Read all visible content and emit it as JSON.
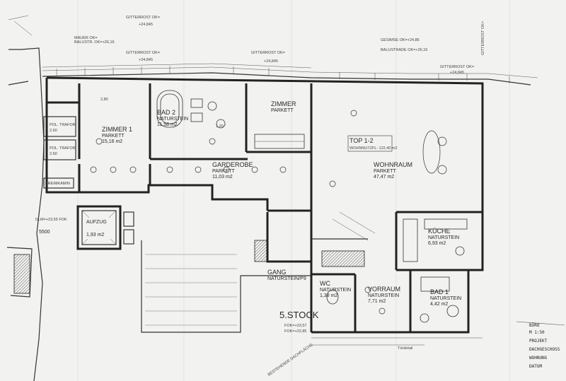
{
  "rooms": {
    "zimmer1": {
      "name": "ZIMMER 1",
      "floor": "PARKETT",
      "area": "15,16 m2"
    },
    "bad2": {
      "name": "BAD 2",
      "floor": "NATURSTEIN",
      "area": "11,58 m2"
    },
    "zimmer2": {
      "name": "ZIMMER",
      "floor": "PARKETT",
      "area": ""
    },
    "garderobe": {
      "name": "GARDEROBE",
      "floor": "PARKETT",
      "area": "11,03 m2"
    },
    "wohnraum": {
      "name": "WOHNRAUM",
      "floor": "PARKETT",
      "area": "47,47 m2"
    },
    "top": {
      "name": "TOP 1-2",
      "area": "WOHNNUTZFL: 122,40 m2"
    },
    "kueche": {
      "name": "KÜCHE",
      "floor": "NATURSTEIN",
      "area": "6,93 m2"
    },
    "gang": {
      "name": "GANG",
      "floor": "NATURSTEIN/P9",
      "area": ""
    },
    "vorraum": {
      "name": "VORRAUM",
      "floor": "NATURSTEIN",
      "area": "7,71 m2"
    },
    "bad1": {
      "name": "BAD 1",
      "floor": "NATURSTEIN",
      "area": "4,42 m2"
    },
    "wc": {
      "name": "WC",
      "floor": "NATURSTEIN",
      "area": "1,38 m2"
    },
    "aufzug": {
      "name": "AUFZUG",
      "floor": "",
      "area": "1,93 m2"
    }
  },
  "labels": {
    "stock": "5.STOCK",
    "gitterrost1": "GITTERROST OK=",
    "gitterrost1_val": "+24,845",
    "gitterrost2": "GITTERROST OK=",
    "gitterrost2_val": "+24,845",
    "gitterrost3": "GITTERROST OK=",
    "gitterrost3_val": "+24,845",
    "gitterrost4": "GITTERROST OK=",
    "gitterrost4_val": "+24,845",
    "mauer": "MAUER OK=",
    "balustr": "BALUSTR. OK=+26,16",
    "gesimse": "GESIMSE OK=+24,86",
    "balustrade": "BALUSTRADE OK=+26,16",
    "dlm": "DLM=+23,55 FOK",
    "elevation": "5500",
    "fok1": "FOK=+23,57",
    "fok2": "FOK=+22,85",
    "dach": "BESTEHENDE DACHFLÄCHE",
    "breitenkamin": "BREIMKAMIN",
    "tuerdetail": "Türdetail",
    "dim_1": "2,80",
    "dim_2": "1,20"
  },
  "stamp": {
    "line1": "BÜRO",
    "line2": "M 1:50",
    "line3": "PROJEKT",
    "line4": "DACHGESCHOSS",
    "line5": "WOHNUNG",
    "line6": "DATUM"
  },
  "side_text": {
    "left1": "POL. TRAFOR",
    "left1b": "2.60",
    "left2": "POL. TRAFOR",
    "left2b": "2.60"
  }
}
